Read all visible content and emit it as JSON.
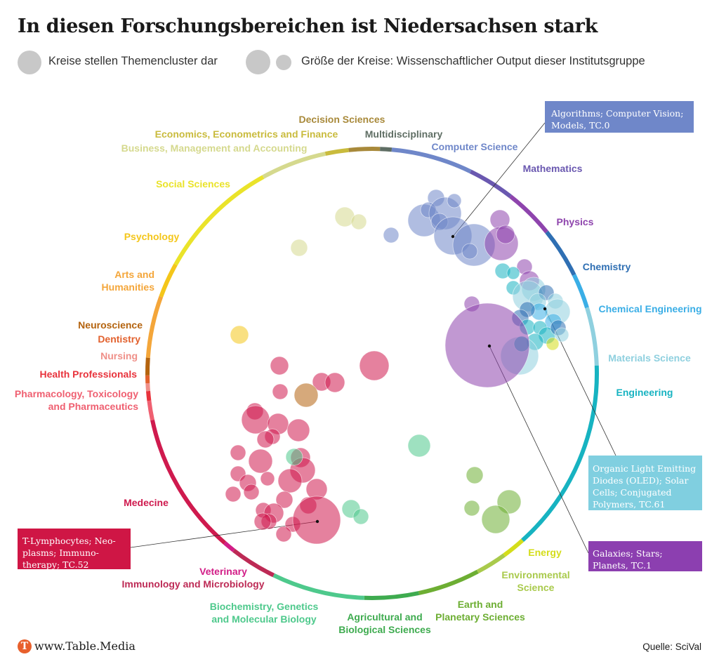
{
  "title": "In diesen Forschungsbereichen ist Niedersachsen stark",
  "legend": {
    "clusters": "Kreise stellen Themencluster dar",
    "size": "Größe der Kreise: Wissenschaftlicher Output dieser Institutsgruppe"
  },
  "footer": {
    "brand": "www.Table.Media",
    "logo": "T",
    "source": "Quelle: SciVal"
  },
  "colors": {
    "brand": "#e8602c",
    "legend_circle": "#c8c8c8"
  },
  "chart_data": {
    "type": "bubble",
    "subject_areas": [
      {
        "label": [
          "Decision Sciences"
        ],
        "color": "#a8893a"
      },
      {
        "label": [
          "Multidisciplinary"
        ],
        "color": "#5f6e64"
      },
      {
        "label": [
          "Computer Science"
        ],
        "color": "#6f87c9"
      },
      {
        "label": [
          "Mathematics"
        ],
        "color": "#6a58b0"
      },
      {
        "label": [
          "Physics"
        ],
        "color": "#8e44ad"
      },
      {
        "label": [
          "Chemistry"
        ],
        "color": "#2f6fb3"
      },
      {
        "label": [
          "Chemical Engineering"
        ],
        "color": "#3aaee6"
      },
      {
        "label": [
          "Materials Science"
        ],
        "color": "#8fd0df"
      },
      {
        "label": [
          "Engineering"
        ],
        "color": "#17b3c1"
      },
      {
        "label": [
          "Energy"
        ],
        "color": "#d4dd1a"
      },
      {
        "label": [
          "Environmental",
          "Science"
        ],
        "color": "#a9ca4c"
      },
      {
        "label": [
          "Earth and",
          "Planetary Sciences"
        ],
        "color": "#6dae33"
      },
      {
        "label": [
          "Agricultural and",
          "Biological Sciences"
        ],
        "color": "#3eab4f"
      },
      {
        "label": [
          "Biochemistry, Genetics",
          "and Molecular Biology"
        ],
        "color": "#4ec98c"
      },
      {
        "label": [
          "Immunology and Microbiology"
        ],
        "color": "#bd2a55"
      },
      {
        "label": [
          "Veterinary"
        ],
        "color": "#d21d87"
      },
      {
        "label": [
          "Medecine"
        ],
        "color": "#cf1a4e"
      },
      {
        "label": [
          "Pharmacology, Toxicology",
          "and Pharmaceutics"
        ],
        "color": "#ef6071"
      },
      {
        "label": [
          "Health Professionals"
        ],
        "color": "#e8333c"
      },
      {
        "label": [
          "Nursing"
        ],
        "color": "#ef8f88"
      },
      {
        "label": [
          "Dentistry"
        ],
        "color": "#e2612e"
      },
      {
        "label": [
          "Neuroscience"
        ],
        "color": "#b4630e"
      },
      {
        "label": [
          "Arts and",
          "Humanities"
        ],
        "color": "#f4a63a"
      },
      {
        "label": [
          "Psychology"
        ],
        "color": "#f4c61a"
      },
      {
        "label": [
          "Social Sciences"
        ],
        "color": "#eae32a"
      },
      {
        "label": [
          "Business, Management and Accounting"
        ],
        "color": "#d5d98e"
      },
      {
        "label": [
          "Economics, Econometrics and Finance"
        ],
        "color": "#c9bb3d"
      }
    ],
    "callouts": [
      {
        "lines": [
          "Algorithms; Computer Vision;",
          "Models, TC.0"
        ],
        "bg": "#6f87c9"
      },
      {
        "lines": [
          "Organic Light Emitting",
          "Diodes (OLED); Solar",
          "Cells; Conjugated",
          "Polymers, TC.61"
        ],
        "bg": "#80cfe0"
      },
      {
        "lines": [
          "Galaxies; Stars;",
          "Planets, TC.1"
        ],
        "bg": "#8c3fb0"
      },
      {
        "lines": [
          "T-Lymphocytes; Neo-",
          "plasms; Immuno-",
          "therapy; TC.52"
        ],
        "bg": "#cf1645"
      }
    ]
  }
}
